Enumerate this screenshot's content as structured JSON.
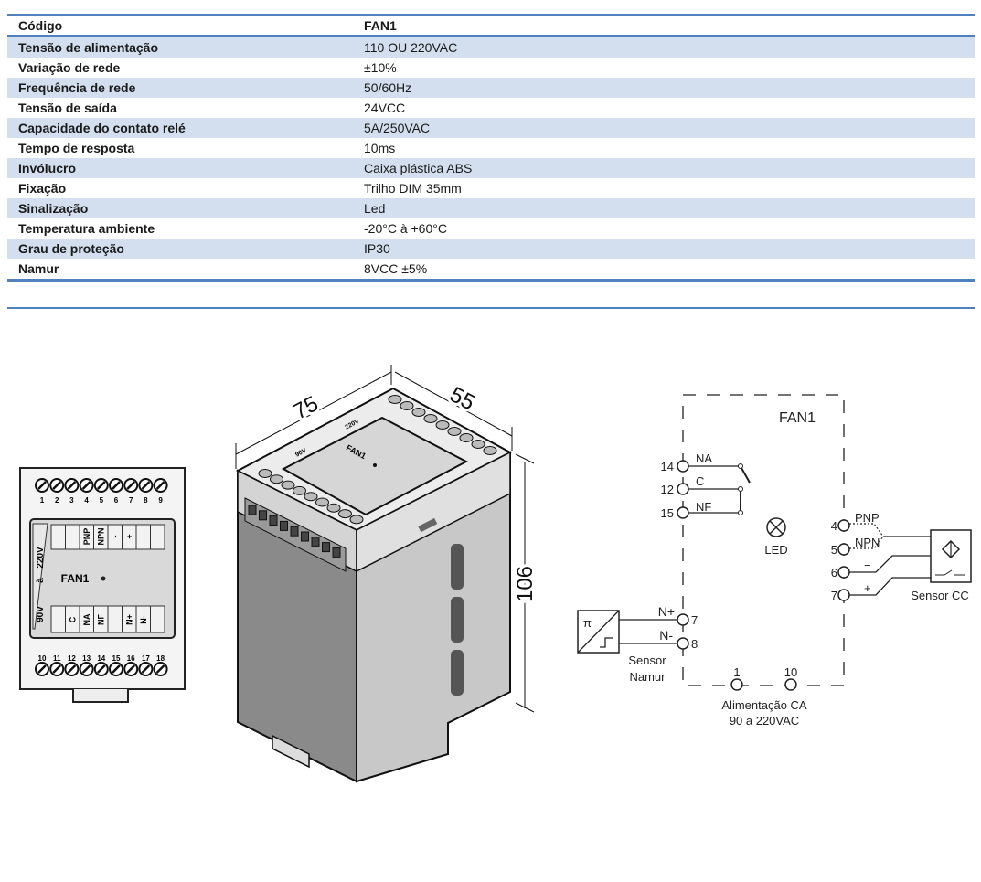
{
  "spec_table": {
    "header": {
      "label": "Código",
      "value": "FAN1"
    },
    "rows": [
      {
        "label": "Tensão de alimentação",
        "value": "110 OU 220VAC"
      },
      {
        "label": "Variação de rede",
        "value": "±10%"
      },
      {
        "label": "Frequência de rede",
        "value": "50/60Hz"
      },
      {
        "label": "Tensão de saída",
        "value": "24VCC"
      },
      {
        "label": "Capacidade do contato relé",
        "value": "5A/250VAC"
      },
      {
        "label": "Tempo de resposta",
        "value": "10ms"
      },
      {
        "label": "Invólucro",
        "value": "Caixa plástica ABS"
      },
      {
        "label": "Fixação",
        "value": "Trilho DIM 35mm"
      },
      {
        "label": "Sinalização",
        "value": "Led"
      },
      {
        "label": "Temperatura ambiente",
        "value": "-20°C  à +60°C"
      },
      {
        "label": "Grau de proteção",
        "value": "IP30"
      },
      {
        "label": "Namur",
        "value": "8VCC ±5%"
      }
    ]
  },
  "front_view": {
    "top_terminals": [
      "1",
      "2",
      "3",
      "4",
      "5",
      "6",
      "7",
      "8",
      "9"
    ],
    "bottom_terminals": [
      "10",
      "11",
      "12",
      "13",
      "14",
      "15",
      "16",
      "17",
      "18"
    ],
    "top_labels": [
      "",
      "",
      "PNP",
      "NPN",
      "-",
      "+",
      "",
      ""
    ],
    "bottom_labels": [
      "",
      "C",
      "NA",
      "NF",
      "",
      "N+",
      "N-",
      ""
    ],
    "voltage_side": {
      "high": "220V",
      "mid": "à",
      "low": "90V"
    },
    "model": "FAN1"
  },
  "iso_view": {
    "dim_length": "75",
    "dim_width": "55",
    "dim_height": "106",
    "model": "FAN1",
    "voltage_high": "220V",
    "voltage_low": "90V"
  },
  "wiring": {
    "title": "FAN1",
    "relay": [
      {
        "terminal": "14",
        "label": "NA"
      },
      {
        "terminal": "12",
        "label": "C"
      },
      {
        "terminal": "15",
        "label": "NF"
      }
    ],
    "led_label": "LED",
    "namur": {
      "pos_label": "N+",
      "neg_label": "N-",
      "pos_terminal": "7",
      "neg_terminal": "8",
      "sensor_label_1": "Sensor",
      "sensor_label_2": "Namur"
    },
    "dc_sensor": [
      {
        "terminal": "4",
        "label": "PNP"
      },
      {
        "terminal": "5",
        "label": "NPN"
      },
      {
        "terminal": "6",
        "label": "−"
      },
      {
        "terminal": "7",
        "label": "+"
      }
    ],
    "dc_sensor_label": "Sensor CC",
    "supply_terminals": [
      "1",
      "10"
    ],
    "supply_label_1": "Alimentação CA",
    "supply_label_2": "90 a 220VAC"
  }
}
